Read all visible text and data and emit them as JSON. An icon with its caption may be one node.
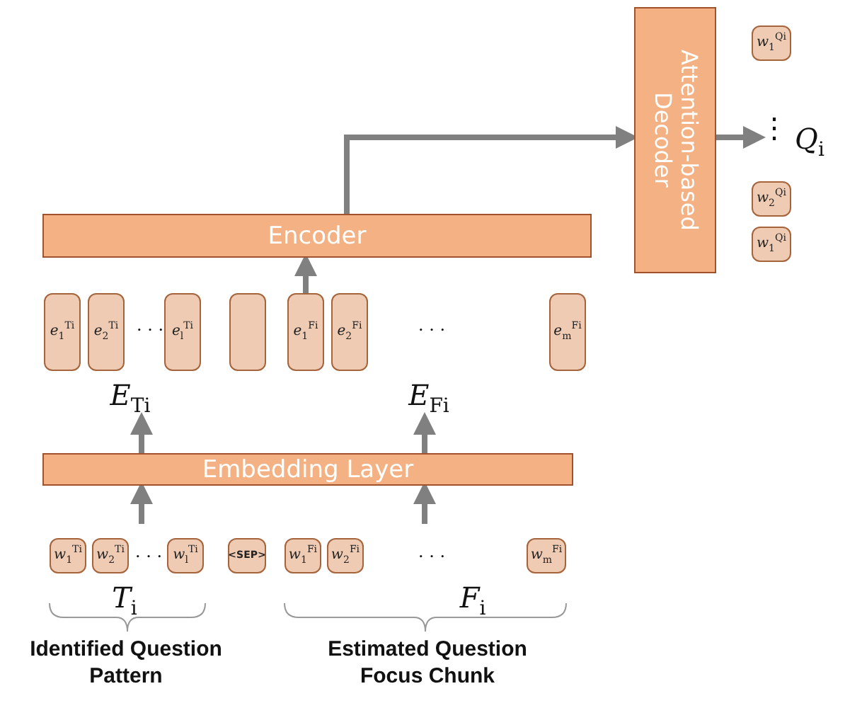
{
  "diagram": {
    "nodes": [
      {
        "text": [
          "Attention-based Decoder"
        ]
      },
      {
        "text": [
          "Encoder"
        ]
      },
      {
        "text": [
          "*e*$_{1}$$^{Ti}$"
        ]
      },
      {
        "text": [
          "*e*$_{2}$$^{Ti}$"
        ]
      },
      {
        "text": [
          "*e*$_{l}$$^{Ti}$"
        ]
      },
      {
        "text": [],
        "shape": "box"
      },
      {
        "text": [
          "*e*$_{1}$$^{Fi}$"
        ]
      },
      {
        "text": [
          "*e*$_{2}$$^{Fi}$"
        ]
      },
      {
        "text": [
          "*e*$_{m}$$^{Fi}$"
        ]
      },
      {
        "text": [
          "Embedding Layer"
        ]
      },
      {
        "text": [
          "*w*$_{1}$$^{Ti}$"
        ]
      },
      {
        "text": [
          "*w*$_{2}$$^{Ti}$"
        ]
      },
      {
        "text": [
          "*w*$_{l}$$^{Ti}$"
        ]
      },
      {
        "text": [
          "<SEP>"
        ]
      },
      {
        "text": [
          "*w*$_{1}$$^{Fi}$"
        ]
      },
      {
        "text": [
          "*w*$_{2}$$^{Fi}$"
        ]
      },
      {
        "text": [
          "*w*$_{m}$$^{Fi}$"
        ]
      },
      {
        "text": [
          "*w*$_{1}$$^{Qi}$"
        ]
      },
      {
        "text": [
          "*w*$_{2}$$^{Qi}$"
        ]
      },
      {
        "text": [
          "*w*$_{1}$$^{Qi}$"
        ]
      },
      {
        "text": [
          "⋮"
        ]
      },
      {
        "text": [
          "*E*$_{Ti}$"
        ]
      },
      {
        "text": [
          "*E*$_{Fi}$"
        ]
      }
    ],
    "edges": [
      {
        "from": 1,
        "to": 0,
        "arrow": "to"
      },
      {
        "from": 0,
        "to": 20,
        "arrow": "to"
      },
      {
        "from": 6,
        "to": 1,
        "arrow": "to"
      },
      {
        "from": 9,
        "to": 21,
        "arrow": "to"
      },
      {
        "from": 9,
        "to": 22,
        "arrow": "to"
      },
      {
        "from": null,
        "to": 9,
        "arrow": "to"
      },
      {
        "from": null,
        "to": 9,
        "arrow": "to"
      }
    ],
    "labels": [
      "*Q*$_{i}$",
      "· · ·",
      "· · ·",
      "· · ·",
      "· · ·",
      "*T*$_{i}$",
      "*F*$_{i}$",
      "Identified Question Pattern",
      "Estimated Question Focus Chunk"
    ]
  }
}
